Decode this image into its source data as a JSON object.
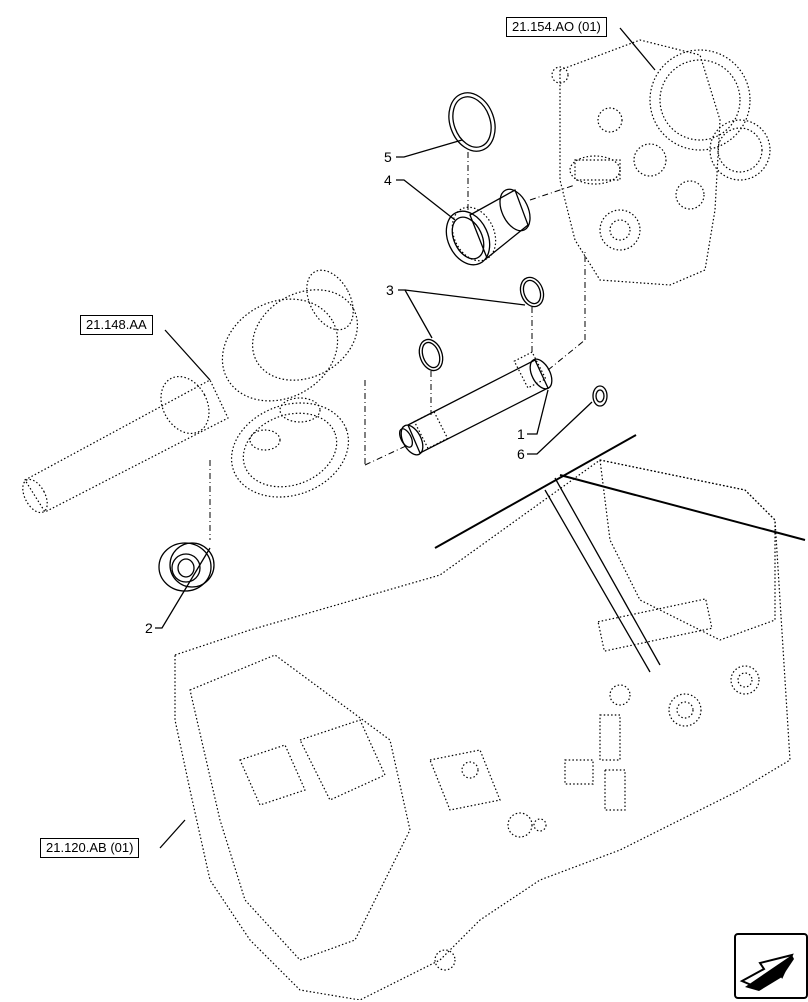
{
  "references": {
    "top_right": "21.154.AO (01)",
    "left_shaft": "21.148.AA",
    "housing": "21.120.AB (01)"
  },
  "callouts": {
    "c1": "1",
    "c2": "2",
    "c3": "3",
    "c4": "4",
    "c5": "5",
    "c6": "6"
  },
  "icons": {
    "nav": "next-page-arrow-icon"
  }
}
